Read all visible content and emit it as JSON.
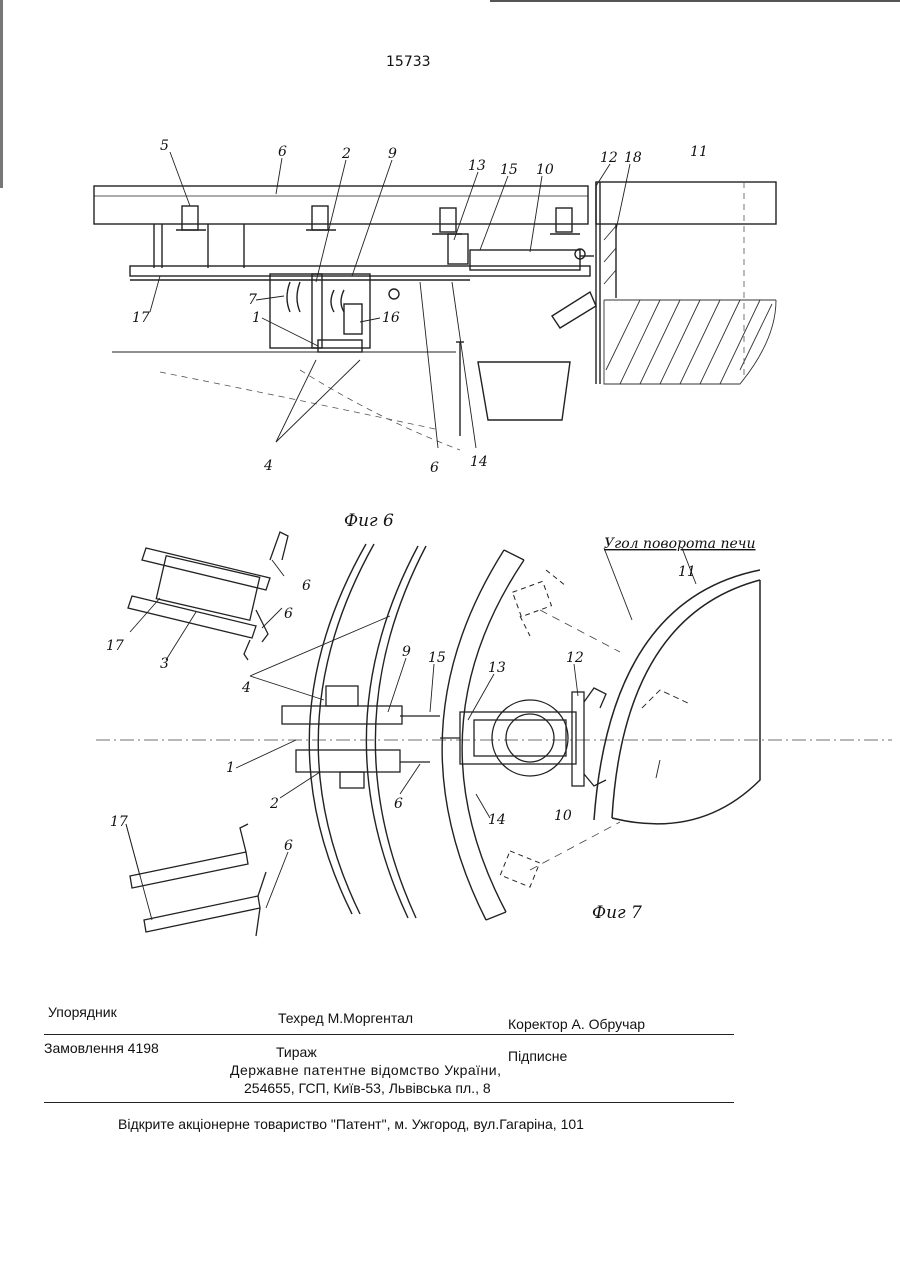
{
  "header": {
    "patent_number": "15733"
  },
  "figures": {
    "fig6": {
      "caption": "Фиг 6",
      "labels": [
        "5",
        "6",
        "2",
        "9",
        "13",
        "15",
        "10",
        "12",
        "18",
        "11",
        "7",
        "1",
        "16",
        "17",
        "4",
        "6",
        "14"
      ]
    },
    "fig7": {
      "caption": "Фиг 7",
      "angle_label": "Угол поворота печи",
      "labels": [
        "6",
        "17",
        "3",
        "6",
        "4",
        "9",
        "15",
        "13",
        "12",
        "11",
        "1",
        "2",
        "6",
        "14",
        "10",
        "17",
        "6"
      ]
    }
  },
  "imprint": {
    "compiler": "Упорядник",
    "tech_editor": "Техред М.Моргентал",
    "corrector": "Коректор А. Обручар",
    "order": "Замовлення 4198",
    "circulation": "Тираж",
    "signed": "Підписне",
    "office_line1": "Державне патентне відомство України,",
    "office_line2": "254655, ГСП, Київ-53, Львівська пл., 8",
    "publisher": "Відкрите акціонерне товариство \"Патент\", м. Ужгород, вул.Гагаріна, 101"
  }
}
